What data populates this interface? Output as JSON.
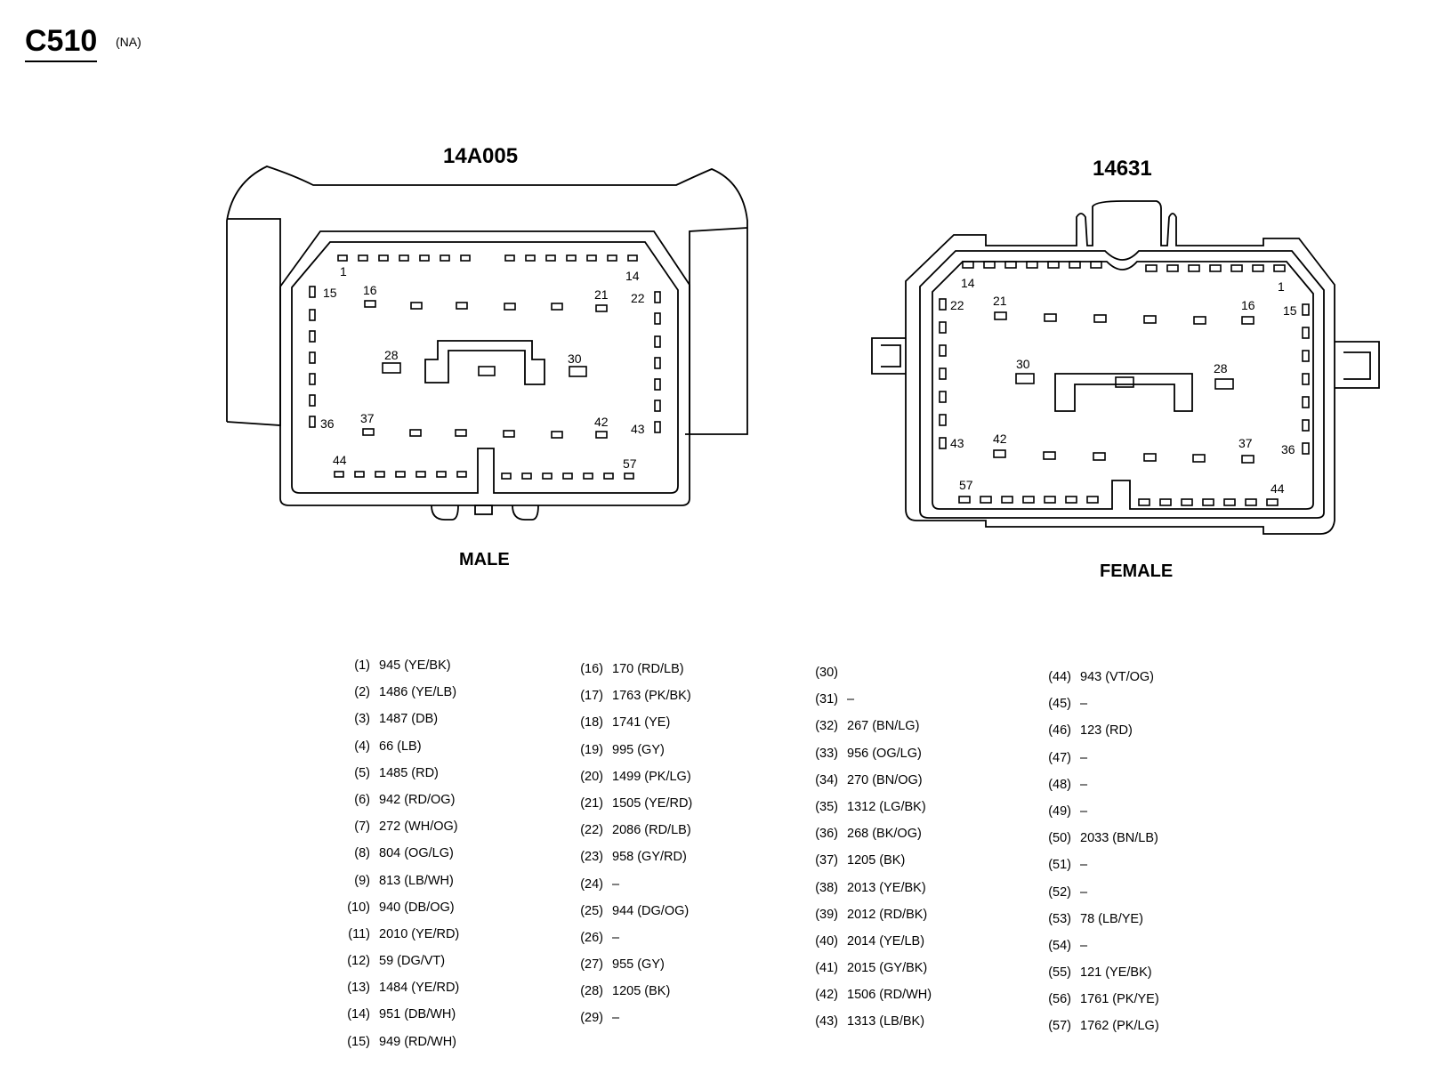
{
  "header": {
    "title": "C510",
    "subtitle": "(NA)"
  },
  "connectors": {
    "male": {
      "part_number": "14A005",
      "gender": "MALE",
      "pin_labels": [
        "1",
        "14",
        "15",
        "16",
        "21",
        "22",
        "28",
        "30",
        "36",
        "37",
        "42",
        "43",
        "44",
        "57"
      ]
    },
    "female": {
      "part_number": "14631",
      "gender": "FEMALE",
      "pin_labels": [
        "14",
        "1",
        "22",
        "21",
        "16",
        "15",
        "30",
        "28",
        "43",
        "42",
        "37",
        "36",
        "57",
        "44"
      ]
    }
  },
  "pins": {
    "col1": [
      {
        "pin": "(1)",
        "circuit": "945 (YE/BK)"
      },
      {
        "pin": "(2)",
        "circuit": "1486 (YE/LB)"
      },
      {
        "pin": "(3)",
        "circuit": "1487 (DB)"
      },
      {
        "pin": "(4)",
        "circuit": "66 (LB)"
      },
      {
        "pin": "(5)",
        "circuit": "1485 (RD)"
      },
      {
        "pin": "(6)",
        "circuit": "942 (RD/OG)"
      },
      {
        "pin": "(7)",
        "circuit": "272 (WH/OG)"
      },
      {
        "pin": "(8)",
        "circuit": "804 (OG/LG)"
      },
      {
        "pin": "(9)",
        "circuit": "813 (LB/WH)"
      },
      {
        "pin": "(10)",
        "circuit": "940 (DB/OG)"
      },
      {
        "pin": "(11)",
        "circuit": "2010 (YE/RD)"
      },
      {
        "pin": "(12)",
        "circuit": "59 (DG/VT)"
      },
      {
        "pin": "(13)",
        "circuit": "1484 (YE/RD)"
      },
      {
        "pin": "(14)",
        "circuit": "951 (DB/WH)"
      },
      {
        "pin": "(15)",
        "circuit": "949 (RD/WH)"
      }
    ],
    "col2": [
      {
        "pin": "(16)",
        "circuit": "170 (RD/LB)"
      },
      {
        "pin": "(17)",
        "circuit": "1763 (PK/BK)"
      },
      {
        "pin": "(18)",
        "circuit": "1741 (YE)"
      },
      {
        "pin": "(19)",
        "circuit": "995 (GY)"
      },
      {
        "pin": "(20)",
        "circuit": "1499 (PK/LG)"
      },
      {
        "pin": "(21)",
        "circuit": "1505 (YE/RD)"
      },
      {
        "pin": "(22)",
        "circuit": "2086 (RD/LB)"
      },
      {
        "pin": "(23)",
        "circuit": "958 (GY/RD)"
      },
      {
        "pin": "(24)",
        "circuit": "–"
      },
      {
        "pin": "(25)",
        "circuit": "944 (DG/OG)"
      },
      {
        "pin": "(26)",
        "circuit": "–"
      },
      {
        "pin": "(27)",
        "circuit": "955 (GY)"
      },
      {
        "pin": "(28)",
        "circuit": "1205 (BK)"
      },
      {
        "pin": "(29)",
        "circuit": "–"
      }
    ],
    "col3": [
      {
        "pin": "(30)",
        "circuit": ""
      },
      {
        "pin": "(31)",
        "circuit": "–"
      },
      {
        "pin": "(32)",
        "circuit": "267 (BN/LG)"
      },
      {
        "pin": "(33)",
        "circuit": "956 (OG/LG)"
      },
      {
        "pin": "(34)",
        "circuit": "270 (BN/OG)"
      },
      {
        "pin": "(35)",
        "circuit": "1312 (LG/BK)"
      },
      {
        "pin": "(36)",
        "circuit": "268 (BK/OG)"
      },
      {
        "pin": "(37)",
        "circuit": "1205 (BK)"
      },
      {
        "pin": "(38)",
        "circuit": "2013 (YE/BK)"
      },
      {
        "pin": "(39)",
        "circuit": "2012 (RD/BK)"
      },
      {
        "pin": "(40)",
        "circuit": "2014 (YE/LB)"
      },
      {
        "pin": "(41)",
        "circuit": "2015 (GY/BK)"
      },
      {
        "pin": "(42)",
        "circuit": "1506 (RD/WH)"
      },
      {
        "pin": "(43)",
        "circuit": "1313 (LB/BK)"
      }
    ],
    "col4": [
      {
        "pin": "(44)",
        "circuit": "943 (VT/OG)"
      },
      {
        "pin": "(45)",
        "circuit": "–"
      },
      {
        "pin": "(46)",
        "circuit": "123 (RD)"
      },
      {
        "pin": "(47)",
        "circuit": "–"
      },
      {
        "pin": "(48)",
        "circuit": "–"
      },
      {
        "pin": "(49)",
        "circuit": "–"
      },
      {
        "pin": "(50)",
        "circuit": "2033 (BN/LB)"
      },
      {
        "pin": "(51)",
        "circuit": "–"
      },
      {
        "pin": "(52)",
        "circuit": "–"
      },
      {
        "pin": "(53)",
        "circuit": "78 (LB/YE)"
      },
      {
        "pin": "(54)",
        "circuit": "–"
      },
      {
        "pin": "(55)",
        "circuit": "121 (YE/BK)"
      },
      {
        "pin": "(56)",
        "circuit": "1761 (PK/YE)"
      },
      {
        "pin": "(57)",
        "circuit": "1762 (PK/LG)"
      }
    ]
  }
}
